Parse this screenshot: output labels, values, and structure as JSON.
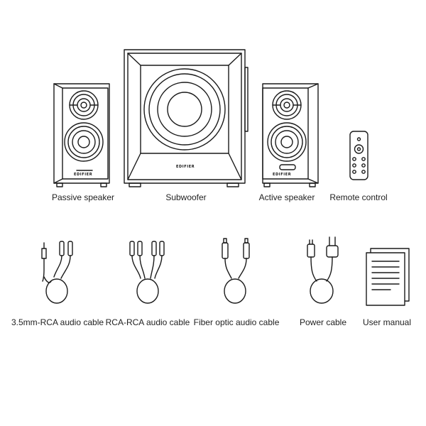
{
  "brand": "EDIFIER",
  "items": {
    "passive_speaker": "Passive speaker",
    "subwoofer": "Subwoofer",
    "active_speaker": "Active speaker",
    "remote_control": "Remote control",
    "cable_35mm_rca": "3.5mm-RCA audio cable",
    "cable_rca_rca": "RCA-RCA audio cable",
    "cable_fiber_optic": "Fiber optic audio cable",
    "power_cable": "Power cable",
    "user_manual": "User manual"
  }
}
